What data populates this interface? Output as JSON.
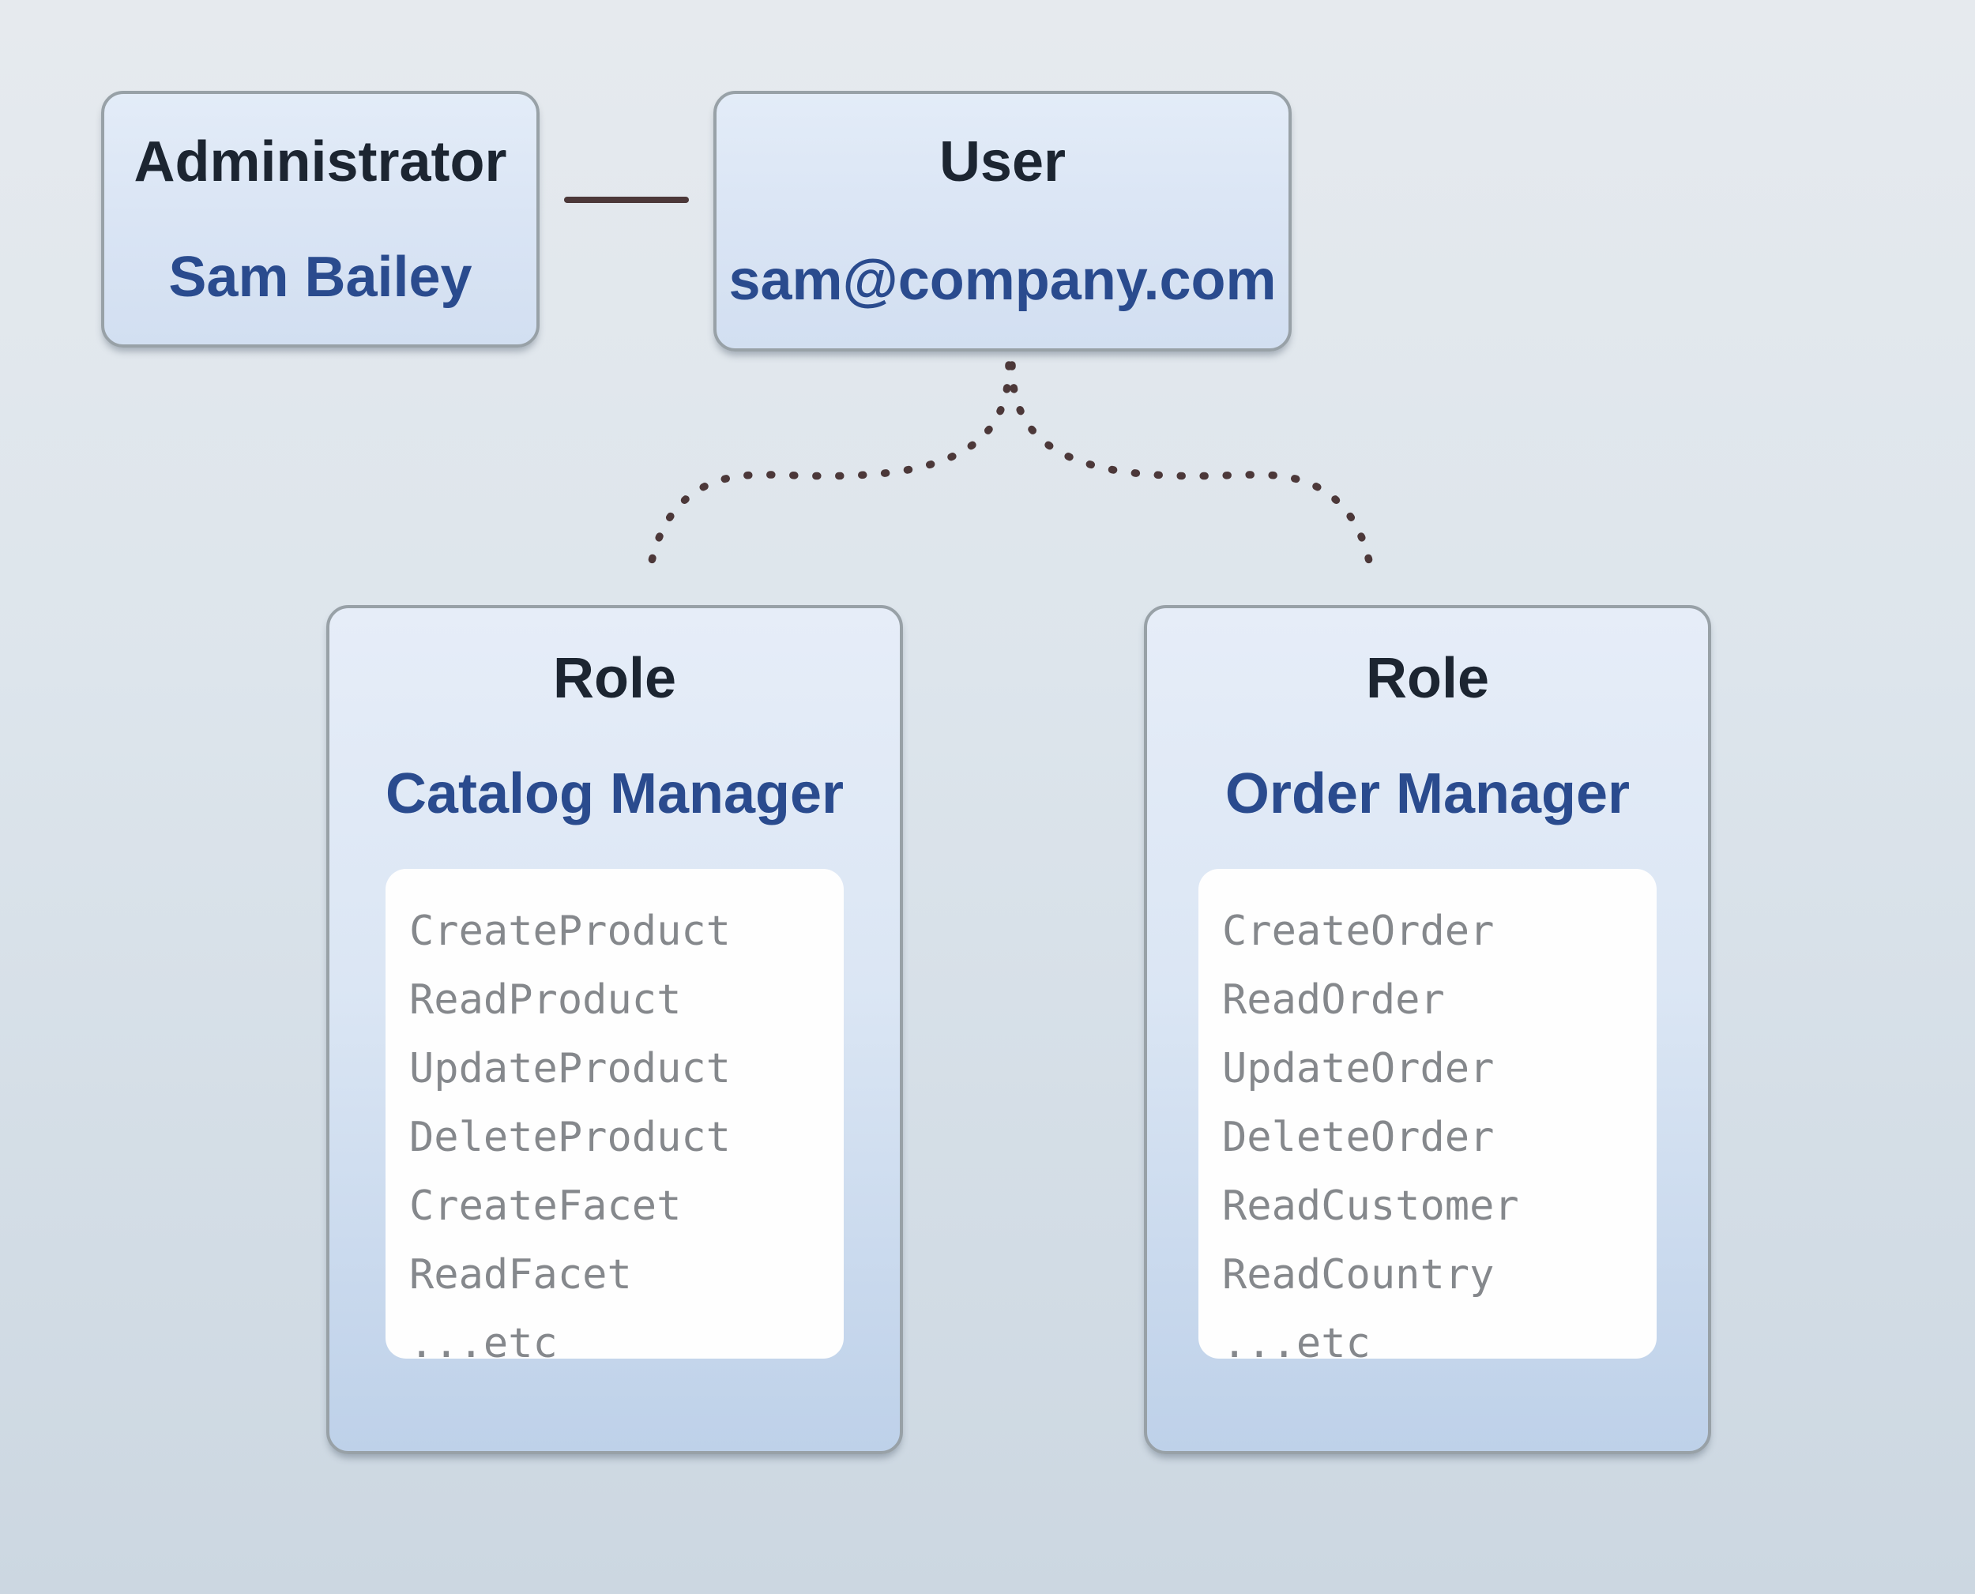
{
  "diagram": {
    "admin_box": {
      "title": "Administrator",
      "name": "Sam Bailey"
    },
    "user_box": {
      "title": "User",
      "email": "sam@company.com"
    },
    "roles": [
      {
        "title": "Role",
        "name": "Catalog Manager",
        "permissions": [
          "CreateProduct",
          "ReadProduct",
          "UpdateProduct",
          "DeleteProduct",
          "CreateFacet",
          "ReadFacet",
          "...etc"
        ]
      },
      {
        "title": "Role",
        "name": "Order Manager",
        "permissions": [
          "CreateOrder",
          "ReadOrder",
          "UpdateOrder",
          "DeleteOrder",
          "ReadCustomer",
          "ReadCountry",
          "...etc"
        ]
      }
    ],
    "colors": {
      "accent_blue": "#2a4b8e",
      "title_dark": "#1c2531",
      "permission_gray": "#85888c",
      "connector": "#4c3839",
      "box_border": "#98a1a7"
    }
  }
}
